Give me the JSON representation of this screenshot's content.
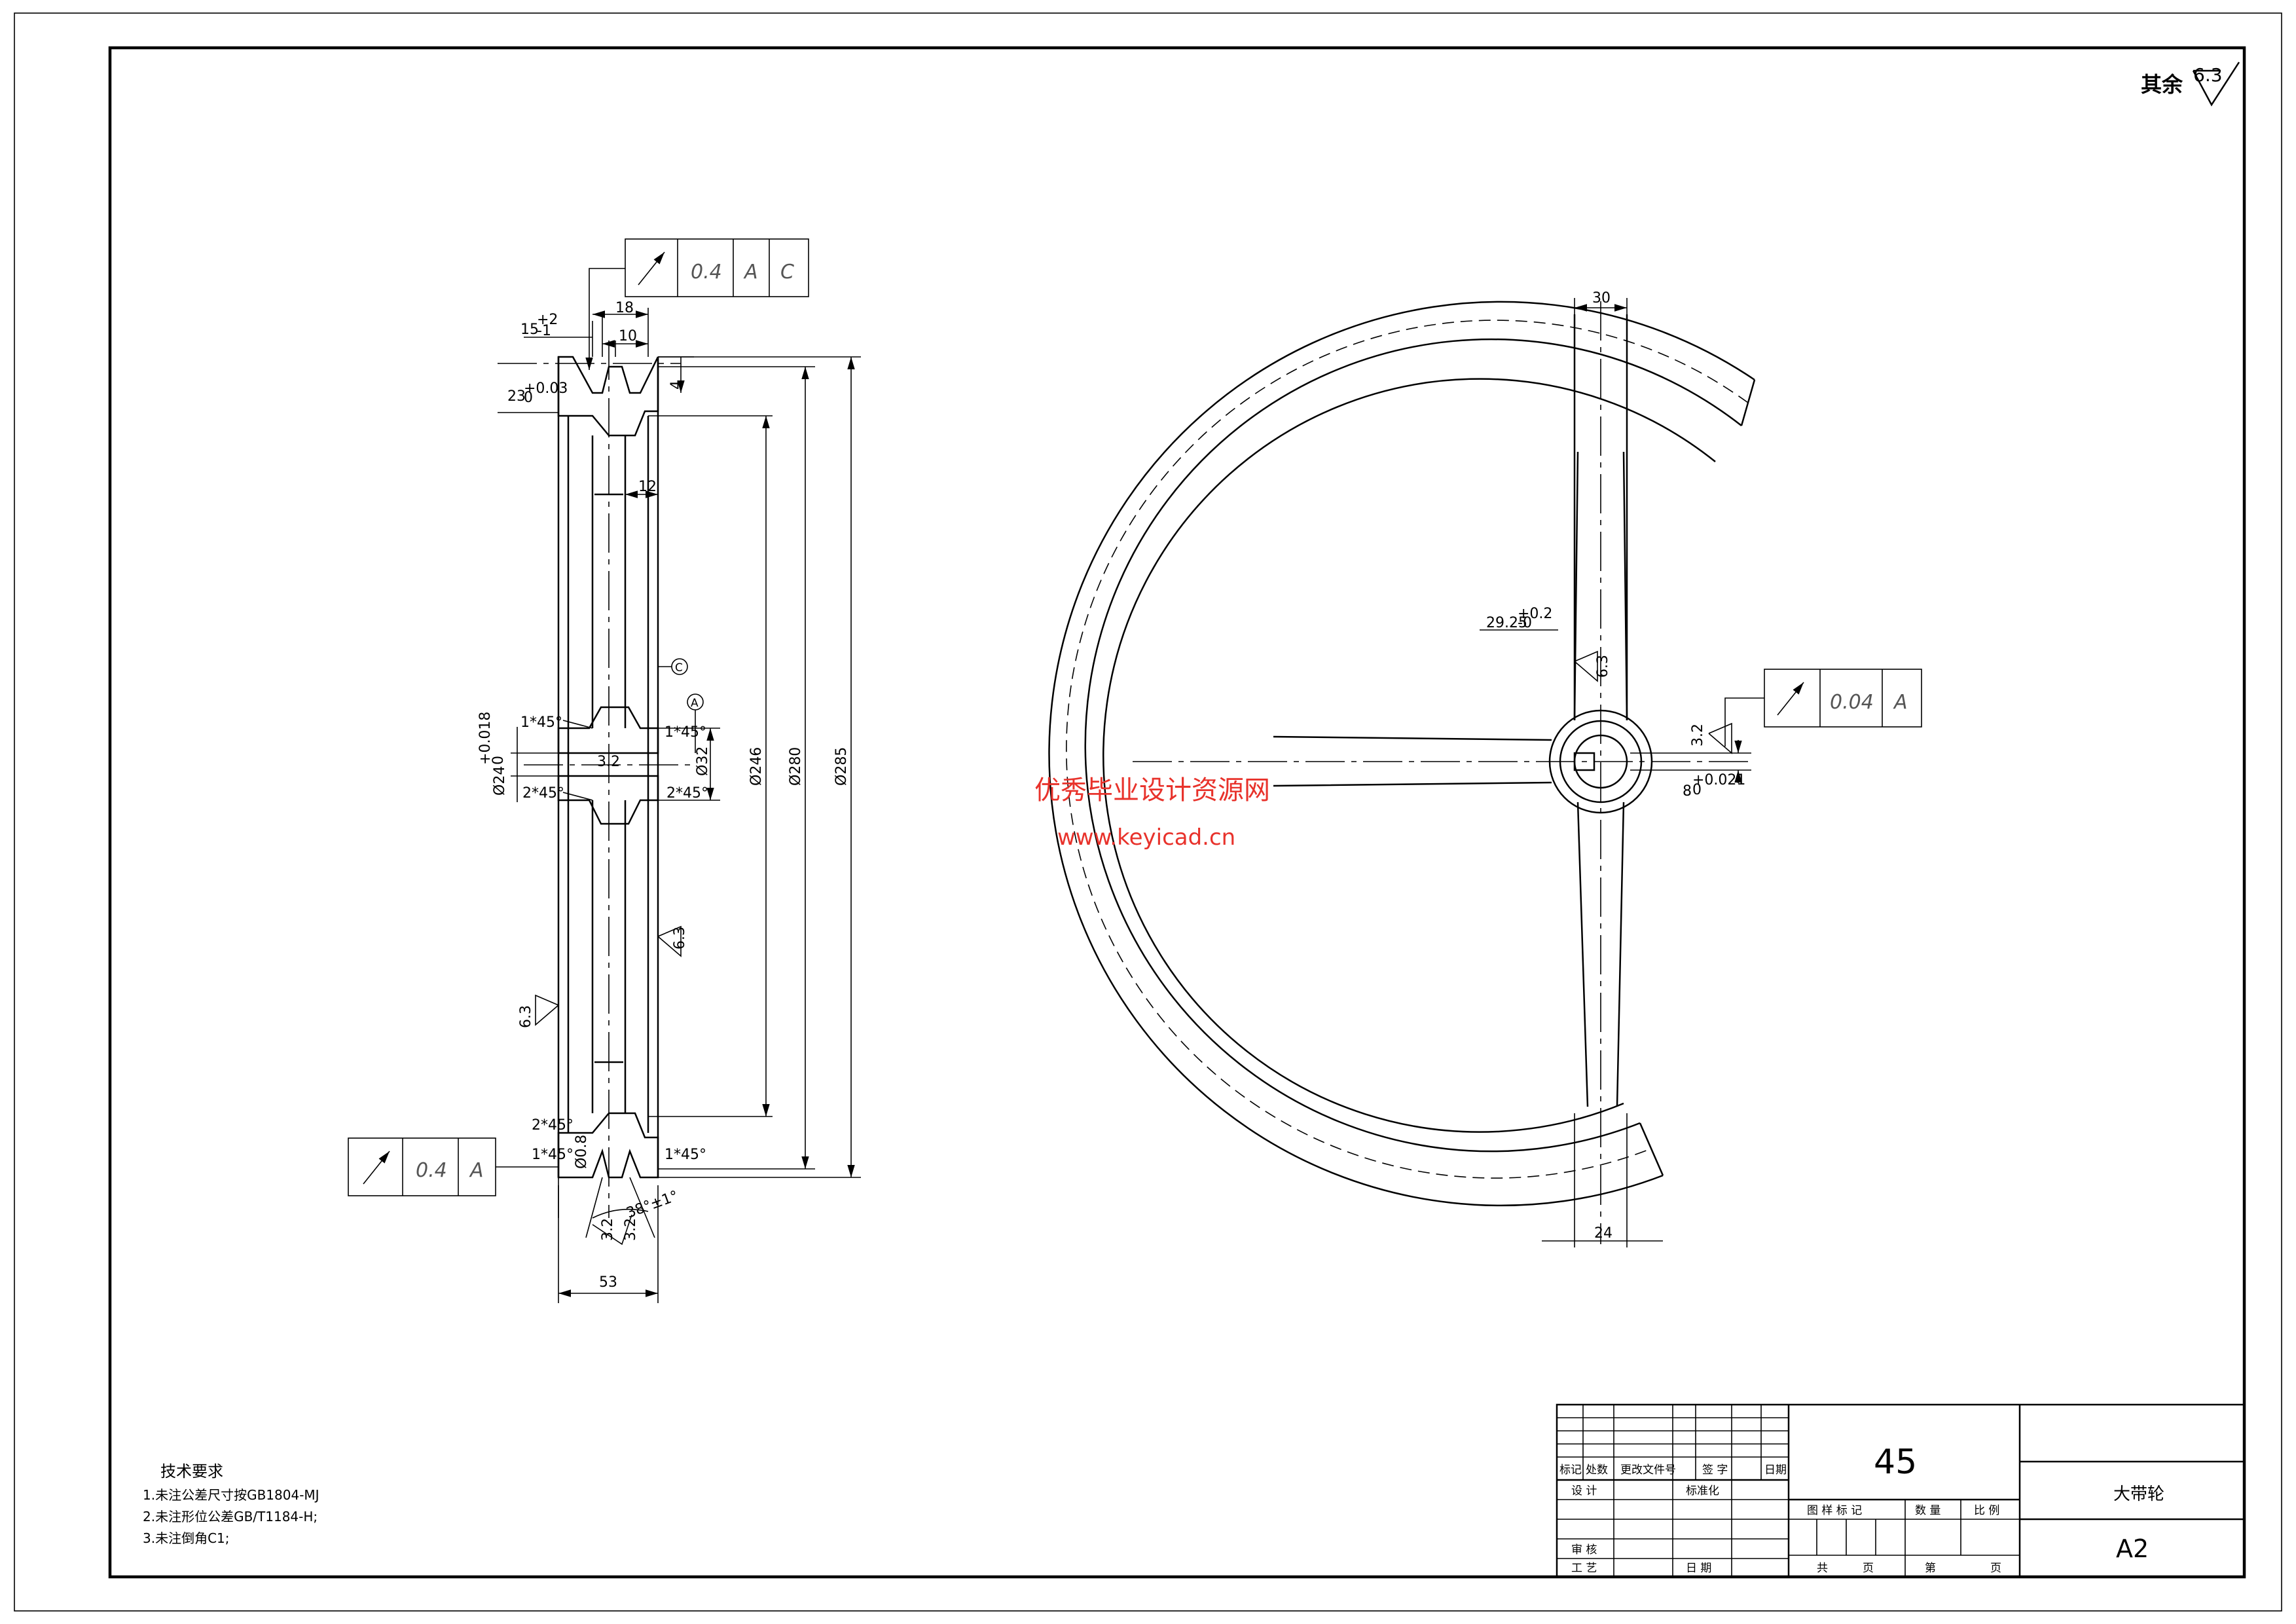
{
  "corner_roughness": {
    "label": "其余",
    "value": "6.3"
  },
  "side_view": {
    "fcf_top": [
      "0.4",
      "A",
      "C"
    ],
    "fcf_bottom": [
      "0.4",
      "A"
    ],
    "dims": {
      "d15": "15",
      "d15_tol_up": "+2",
      "d15_tol_lo": "-1",
      "d18": "18",
      "d10": "10",
      "d4": "4",
      "d23": "23",
      "d23_tol_up": "+0.03",
      "d23_tol_lo": "0",
      "d12": "12",
      "c1_tl": "1*45°",
      "c1_tr": "1*45°",
      "c2_ml": "2*45°",
      "c2_mr": "2*45°",
      "c2_bl": "2*45°",
      "c1_bl": "1*45°",
      "c1_br": "1*45°",
      "d24": "Ø24",
      "d24_tol_up": "+0.018",
      "d24_tol_lo": "0",
      "rough_bore": "3.2",
      "d32": "Ø32",
      "d246": "Ø246",
      "d280": "Ø280",
      "d285": "Ø285",
      "rough_face_r": "6.3",
      "rough_face_l": "6.3",
      "groove_r": "Ø0.8",
      "angle": "38°±1°",
      "rough_g1": "3.2",
      "rough_g2": "3.2",
      "d53": "53"
    },
    "datum_c": "C",
    "datum_a": "A"
  },
  "front_view": {
    "d30": "30",
    "keyway_depth": "29.25",
    "keyway_tol_up": "+0.2",
    "keyway_tol_lo": "-0",
    "rough_spoke": "6.3",
    "fcf": [
      "0.04",
      "A"
    ],
    "rough_key": "3.2",
    "key_width": "8",
    "key_tol_up": "+0.021",
    "key_tol_lo": "0",
    "d24": "24"
  },
  "watermark": {
    "line1": "优秀毕业设计资源网",
    "line2": "www.keyicad.cn"
  },
  "tech_requirements": {
    "title": "技术要求",
    "items": [
      "1.未注公差尺寸按GB1804-MJ",
      "2.未注形位公差GB/T1184-H;",
      "3.未注倒角C1;"
    ]
  },
  "title_block": {
    "material": "45",
    "part_name": "大带轮",
    "drawing_no": "A2",
    "labels": {
      "mark": "标记",
      "count": "处数",
      "change_doc": "更改文件号",
      "sign": "签  字",
      "date": "日期",
      "design": "设  计",
      "standardize": "标准化",
      "stage_mark": "图  样  标  记",
      "quantity": "数  量",
      "scale": "比  例",
      "review": "审  核",
      "process": "工  艺",
      "date2": "日  期",
      "total": "共",
      "page": "页",
      "sheet": "第",
      "page2": "页"
    }
  }
}
